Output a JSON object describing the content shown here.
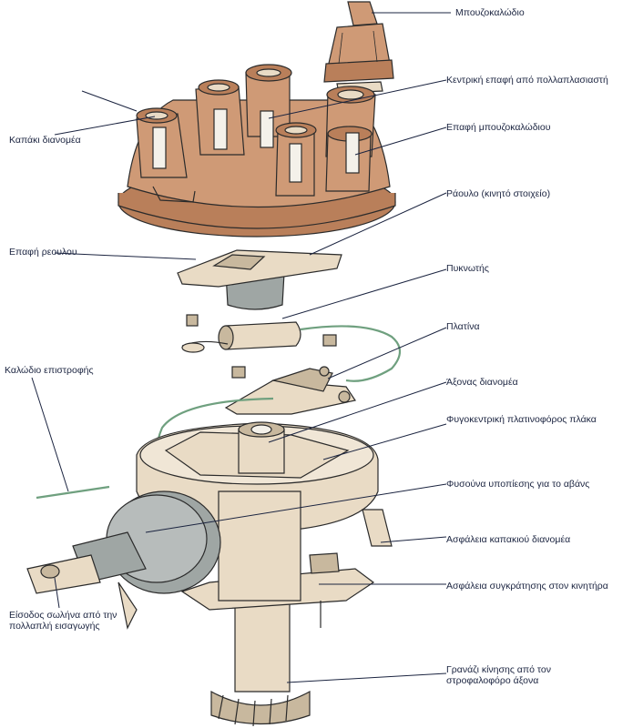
{
  "labels": {
    "spark_plug_lead": "Μπουζοκαλώδιο",
    "center_contact": "Κεντρική επαφή από πολλαπλασιαστή",
    "plug_lead_contact": "Επαφή μπουζοκαλώδιου",
    "distributor_cap": "Καπάκι διανομέα",
    "rotor": "Ράουλο (κινητό στοιχείο)",
    "rotor_contact": "Επαφή ρεουλου",
    "condenser": "Πυκνωτής",
    "points": "Πλατίνα",
    "return_wire": "Καλώδιο επιστροφής",
    "distributor_shaft": "Άξονας διανομέα",
    "breaker_plate": "Φυγοκεντρική πλατινοφόρος πλάκα",
    "vacuum_advance": "Φυσούνα υποπίεσης για το αβάνς",
    "cap_clip": "Ασφάλεια καπακιού διανομέα",
    "hold_down_clamp": "Ασφάλεια συγκράτησης στον κινητήρα",
    "vacuum_inlet": "Είσοδος σωλήνα από την πολλαπλή εισαγωγής",
    "drive_gear": "Γρανάζι κίνησης από τον στροφαλοφόρο άξονα"
  },
  "colors": {
    "cap_fill": "#cf9a76",
    "cap_shade": "#b97f5a",
    "metal_fill": "#e9dbc5",
    "metal_shade": "#c8b89e",
    "vacuum_fill": "#9fa6a4",
    "wire_green": "#6fa07f",
    "ink": "#2b2b2b",
    "leader": "#1b2440"
  }
}
